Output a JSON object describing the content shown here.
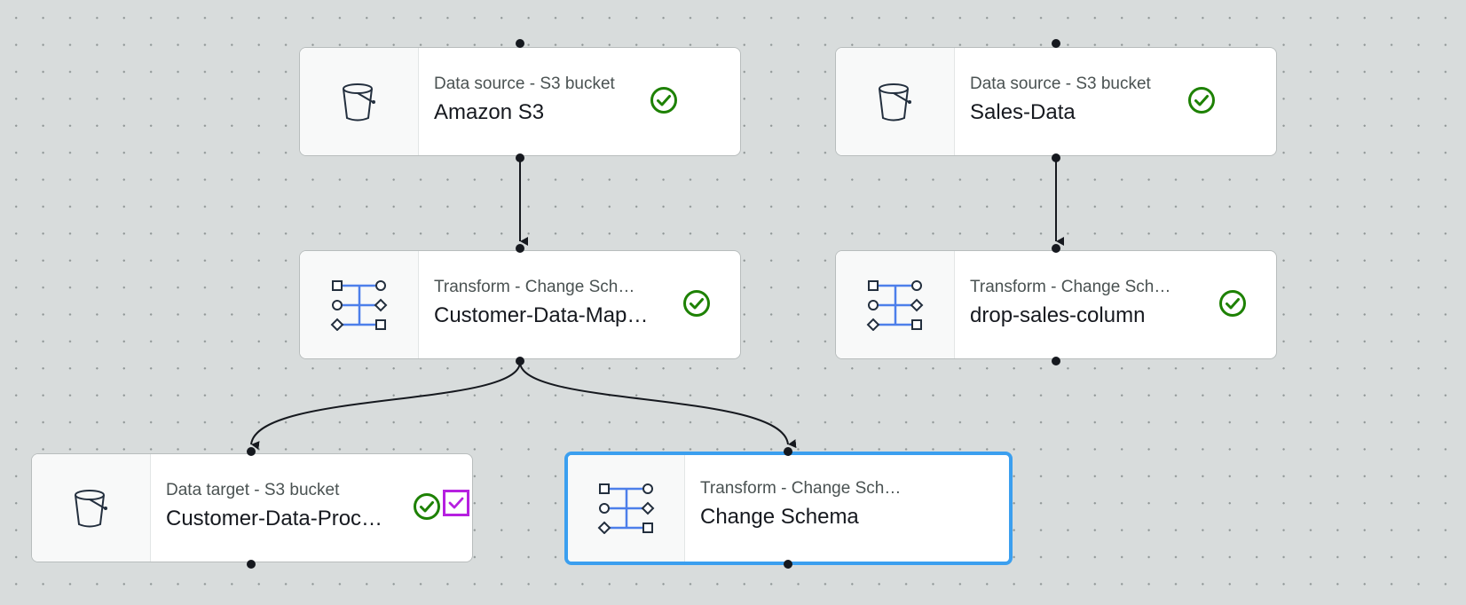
{
  "canvas": {
    "background": "#d8dcdc",
    "dot_color": "#8f9696",
    "edge_color": "#16191f",
    "selection_color": "#3b9fef",
    "focus_color": "#b620e0",
    "success_color": "#1d8102"
  },
  "nodes": [
    {
      "id": "amazon-s3",
      "type_label": "Data source - S3 bucket",
      "name": "Amazon S3",
      "icon": "s3-bucket-icon",
      "status": "success",
      "selected": false
    },
    {
      "id": "sales-data",
      "type_label": "Data source - S3 bucket",
      "name": "Sales-Data",
      "icon": "s3-bucket-icon",
      "status": "success",
      "selected": false
    },
    {
      "id": "customer-data-map",
      "type_label": "Transform - Change Sch…",
      "name": "Customer-Data-Map…",
      "icon": "change-schema-icon",
      "status": "success",
      "selected": false
    },
    {
      "id": "drop-sales-column",
      "type_label": "Transform - Change Sch…",
      "name": "drop-sales-column",
      "icon": "change-schema-icon",
      "status": "success",
      "selected": false
    },
    {
      "id": "customer-data-proc",
      "type_label": "Data target - S3 bucket",
      "name": "Customer-Data-Proc…",
      "icon": "s3-bucket-icon",
      "status": "success",
      "selected": false
    },
    {
      "id": "change-schema",
      "type_label": "Transform - Change Sch…",
      "name": "Change Schema",
      "icon": "change-schema-icon",
      "status": "none",
      "selected": true
    }
  ],
  "edges": [
    {
      "from": "amazon-s3",
      "to": "customer-data-map"
    },
    {
      "from": "sales-data",
      "to": "drop-sales-column"
    },
    {
      "from": "customer-data-map",
      "to": "customer-data-proc"
    },
    {
      "from": "customer-data-map",
      "to": "change-schema"
    }
  ]
}
